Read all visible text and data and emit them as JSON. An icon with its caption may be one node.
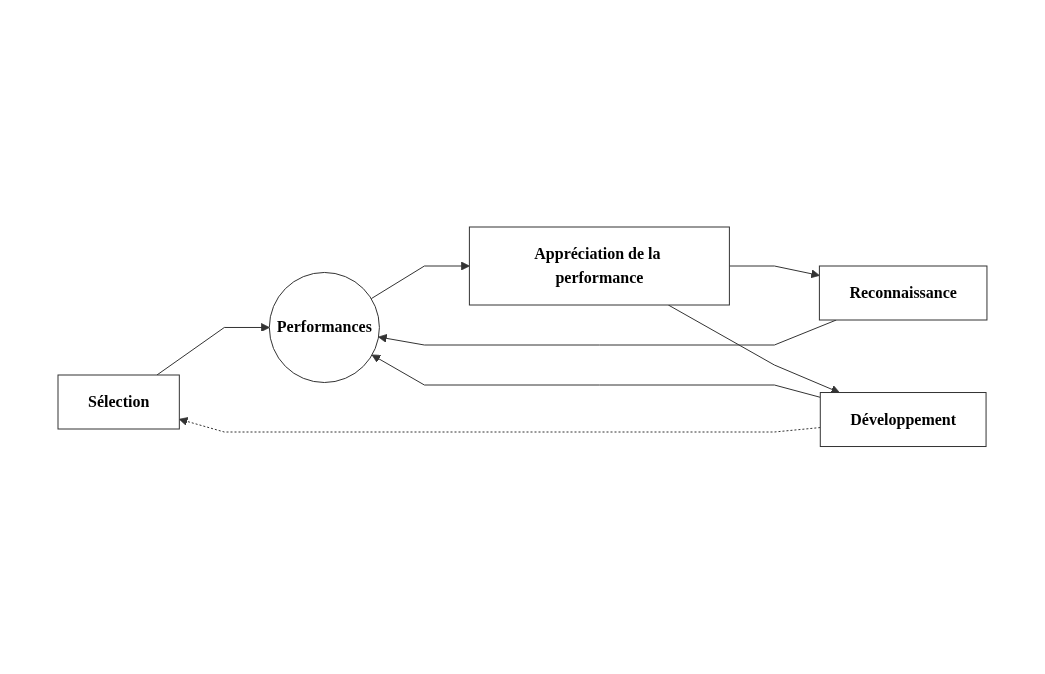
{
  "diagram": {
    "nodes": [
      {
        "text": [
          "Sélection"
        ]
      },
      {
        "text": [
          "Performances"
        ]
      },
      {
        "text": [
          "Appréciation de la performance"
        ]
      },
      {
        "text": [
          "Reconnaissance"
        ]
      },
      {
        "text": [
          "Développement"
        ]
      }
    ],
    "edges": [
      {
        "from": 0,
        "to": 1,
        "arrow": "to"
      },
      {
        "from": 1,
        "to": 2,
        "arrow": "to"
      },
      {
        "from": 2,
        "to": 3,
        "arrow": "to"
      },
      {
        "from": 2,
        "to": 4,
        "arrow": "to"
      },
      {
        "from": 3,
        "to": 1,
        "arrow": "to"
      },
      {
        "from": 4,
        "to": 1,
        "arrow": "to"
      },
      {
        "from": 4,
        "to": 0,
        "arrow": "to",
        "style": "dashed"
      }
    ]
  }
}
